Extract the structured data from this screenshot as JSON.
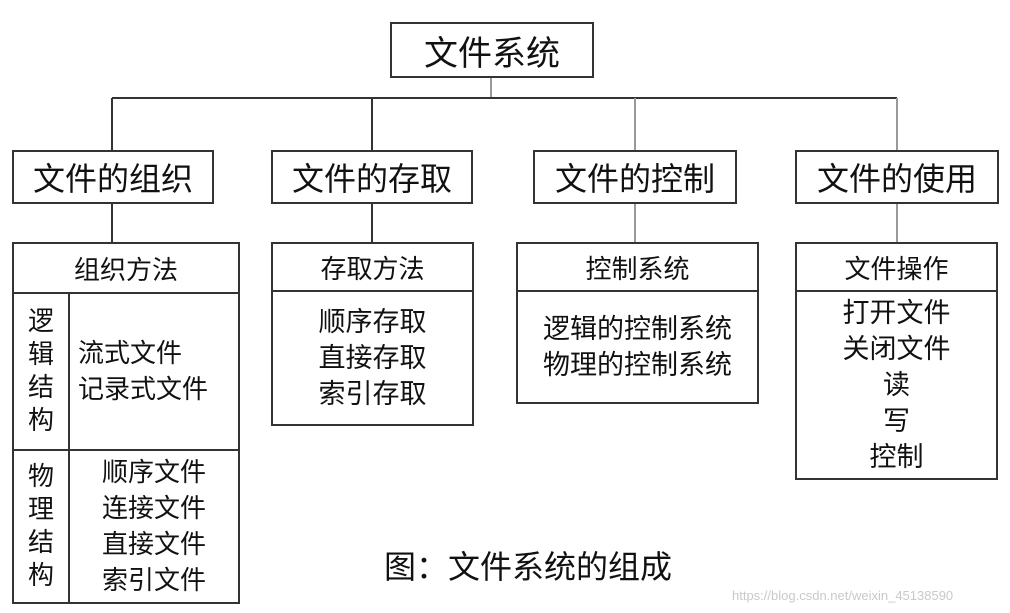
{
  "root": "文件系统",
  "categories": [
    {
      "title": "文件的组织",
      "header": "组织方法",
      "groups": [
        {
          "label": "逻辑结构",
          "items": [
            "流式文件",
            "记录式文件"
          ]
        },
        {
          "label": "物理结构",
          "items": [
            "顺序文件",
            "连接文件",
            "直接文件",
            "索引文件"
          ]
        }
      ]
    },
    {
      "title": "文件的存取",
      "header": "存取方法",
      "items": [
        "顺序存取",
        "直接存取",
        "索引存取"
      ]
    },
    {
      "title": "文件的控制",
      "header": "控制系统",
      "items": [
        "逻辑的控制系统",
        "物理的控制系统"
      ]
    },
    {
      "title": "文件的使用",
      "header": "文件操作",
      "items": [
        "打开文件",
        "关闭文件",
        "读",
        "写",
        "控制"
      ]
    }
  ],
  "caption": "图：文件系统的组成",
  "watermark": "https://blog.csdn.net/weixin_45138590",
  "colors": {
    "line": "#333333",
    "connector_gray": "#999999",
    "watermark": "#c9c9c9"
  }
}
